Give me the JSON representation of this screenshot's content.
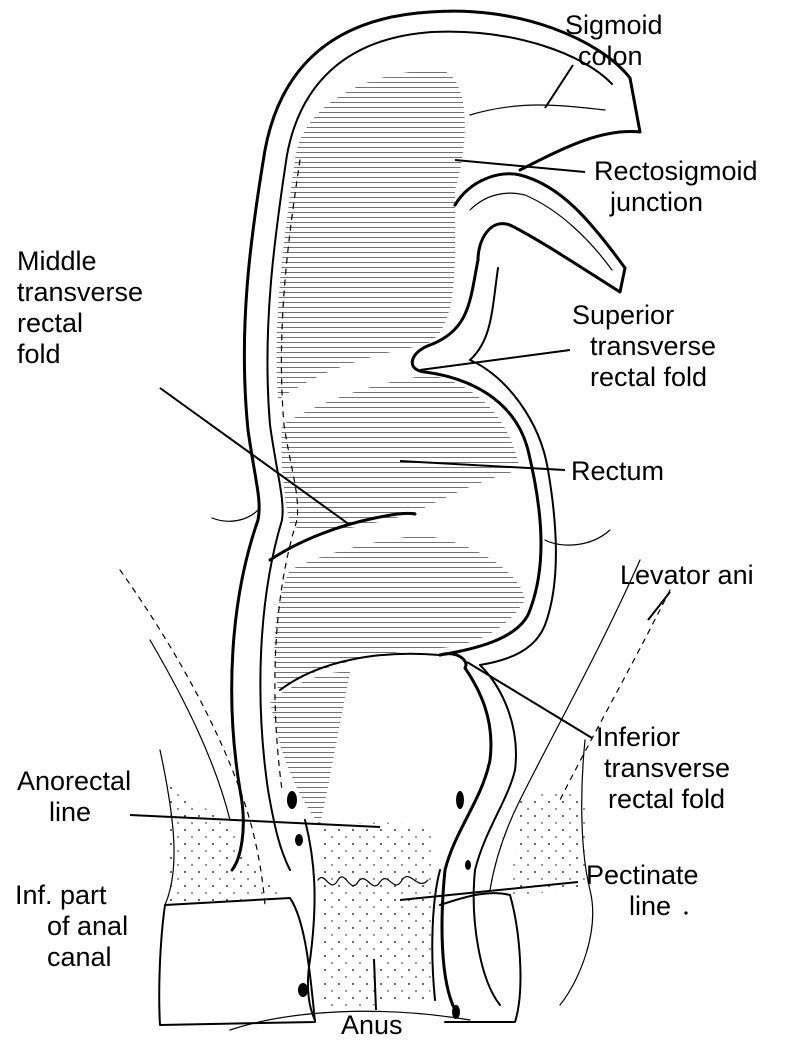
{
  "labels": {
    "sigmoid_colon": [
      "Sigmoid",
      "colon"
    ],
    "rectosigmoid_junction": [
      "Rectosigmoid",
      "junction"
    ],
    "middle_fold": [
      "Middle",
      "transverse",
      "rectal",
      "fold"
    ],
    "superior_fold": [
      "Superior",
      "transverse",
      "rectal fold"
    ],
    "rectum": [
      "Rectum"
    ],
    "levator_ani": [
      "Levator ani"
    ],
    "inferior_fold": [
      "Inferior",
      "transverse",
      "rectal fold"
    ],
    "anorectal_line": [
      "Anorectal",
      "line"
    ],
    "pectinate_line": [
      "Pectinate",
      "line"
    ],
    "inf_part_anal_canal": [
      "Inf. part",
      "of anal",
      "canal"
    ],
    "anus": [
      "Anus"
    ]
  }
}
